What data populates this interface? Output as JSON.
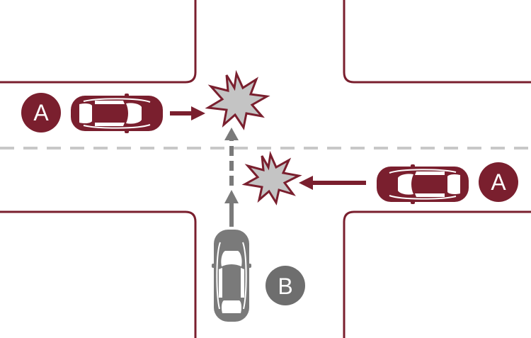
{
  "colors": {
    "road_edge": "#7a1f2e",
    "car_a": "#7a1f2e",
    "car_b": "#7a7a7a",
    "centerline": "#c8c8c8",
    "badge_a": "#7a1f2e",
    "badge_b": "#6e6e6e",
    "collision_fill": "#c4c4c4",
    "collision_stroke": "#7a1f2e"
  },
  "vehicles": [
    {
      "id": "A",
      "role": "vehicle-a-left",
      "color": "car_a",
      "direction": "east"
    },
    {
      "id": "A",
      "role": "vehicle-a-right",
      "color": "car_a",
      "direction": "west"
    },
    {
      "id": "B",
      "role": "vehicle-b-bottom",
      "color": "car_b",
      "direction": "north"
    }
  ],
  "badges": {
    "a_left": "A",
    "a_right": "A",
    "b": "B"
  },
  "icons": [
    "collision-burst-icon",
    "arrow-right-icon",
    "arrow-left-icon",
    "arrow-up-icon"
  ]
}
